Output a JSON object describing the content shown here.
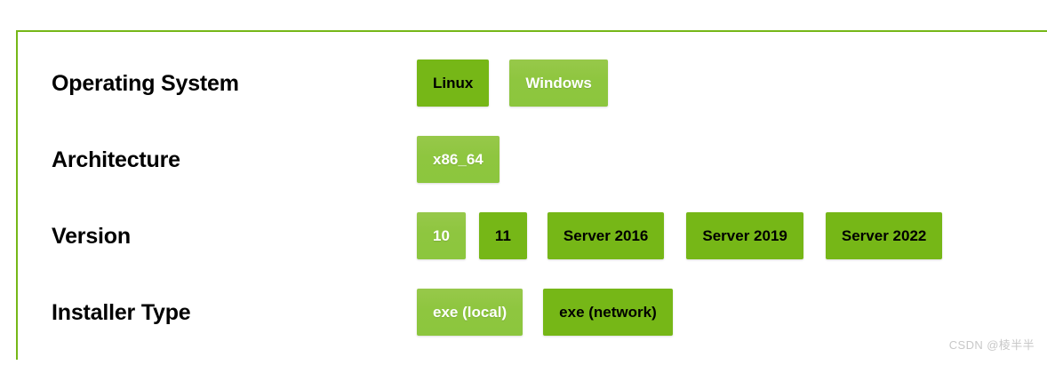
{
  "panel": {
    "border_color": "#76b717",
    "background": "#ffffff"
  },
  "colors": {
    "option_unselected_bg": "#76b717",
    "option_unselected_text": "#000000",
    "option_selected_bg": "#8ec63f",
    "option_selected_text": "#ffffff",
    "watermark_text": "#c8c8c8"
  },
  "rows": [
    {
      "label": "Operating System",
      "options": [
        {
          "label": "Linux",
          "selected": false
        },
        {
          "label": "Windows",
          "selected": true
        }
      ]
    },
    {
      "label": "Architecture",
      "options": [
        {
          "label": "x86_64",
          "selected": true
        }
      ]
    },
    {
      "label": "Version",
      "options": [
        {
          "label": "10",
          "selected": true
        },
        {
          "label": "11",
          "selected": false
        },
        {
          "label": "Server 2016",
          "selected": false
        },
        {
          "label": "Server 2019",
          "selected": false
        },
        {
          "label": "Server 2022",
          "selected": false
        }
      ]
    },
    {
      "label": "Installer Type",
      "options": [
        {
          "label": "exe (local)",
          "selected": true
        },
        {
          "label": "exe (network)",
          "selected": false
        }
      ]
    }
  ],
  "watermark": {
    "text": "CSDN @棱半半"
  }
}
